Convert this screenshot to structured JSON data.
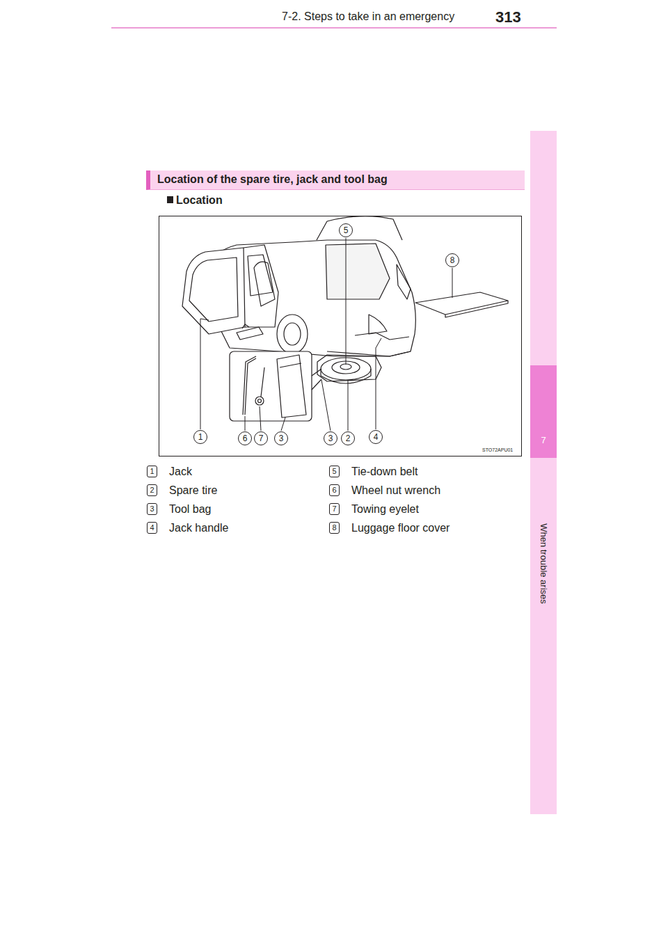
{
  "diagram": {
    "nodes": [
      {
        "text": [
          "Location of the spare tire, jack and tool bag"
        ]
      },
      {
        "text": [
          "When trouble arises"
        ]
      },
      {
        "text": [
          "7"
        ],
        "in": 1
      }
    ],
    "labels": [
      "313",
      "7-2. Steps to take in an emergency",
      "Location",
      "5",
      "8",
      "1",
      "6",
      "7",
      "3",
      "3",
      "2",
      "4",
      "STO72APU01",
      "1",
      "Jack",
      "2",
      "Spare tire",
      "3",
      "Tool bag",
      "4",
      "Jack handle",
      "5",
      "Tie-down belt",
      "6",
      "Wheel nut wrench",
      "7",
      "Towing eyelet",
      "8",
      "Luggage floor cover"
    ]
  }
}
